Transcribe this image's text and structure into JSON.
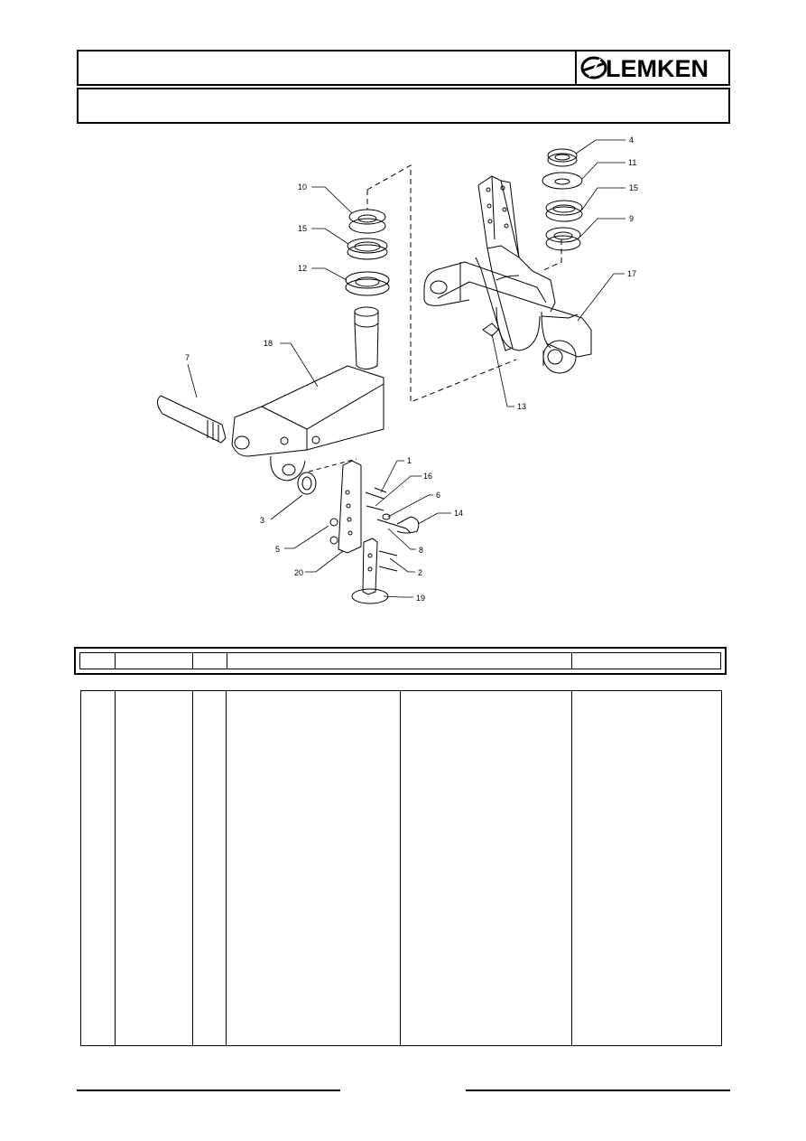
{
  "header": {
    "brand": "LEMKEN",
    "title": "",
    "subtitle": ""
  },
  "drawing": {
    "callouts": [
      "4",
      "11",
      "15",
      "9",
      "10",
      "15",
      "12",
      "17",
      "18",
      "7",
      "13",
      "1",
      "16",
      "6",
      "14",
      "3",
      "5",
      "8",
      "2",
      "20",
      "19"
    ]
  },
  "table": {
    "header_columns": [
      "",
      "",
      "",
      "",
      ""
    ],
    "rows": []
  },
  "colors": {
    "line": "#000000",
    "background": "#ffffff"
  }
}
